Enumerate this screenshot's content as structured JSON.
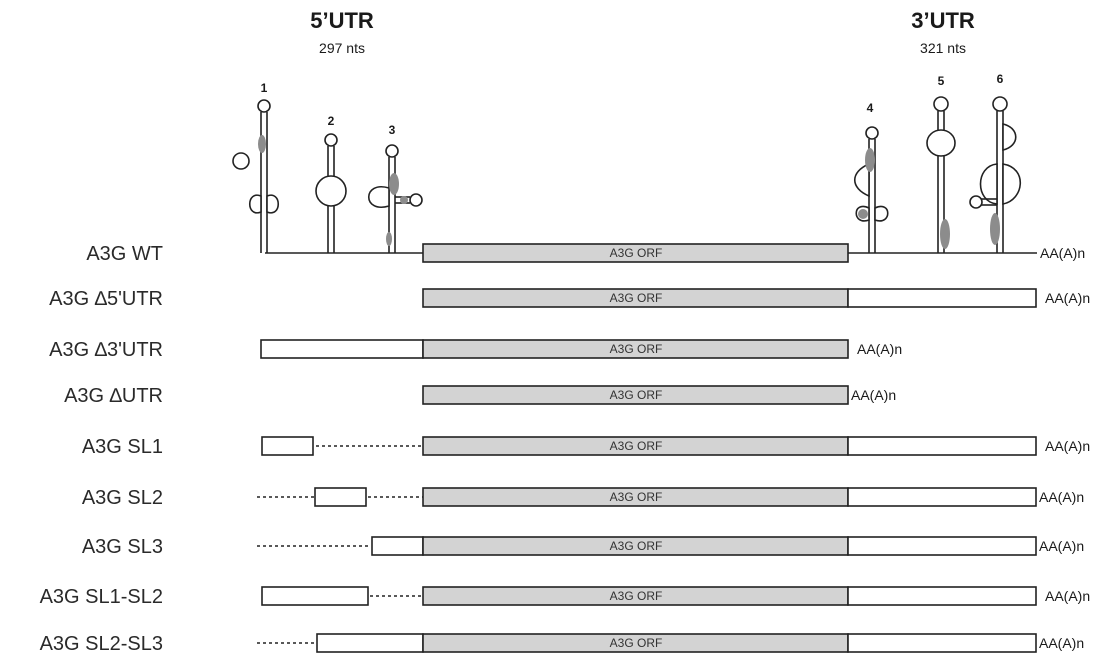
{
  "header": {
    "utr5": {
      "title": "5’UTR",
      "length": "297 nts"
    },
    "utr3": {
      "title": "3’UTR",
      "length": "321 nts"
    }
  },
  "stem_loops": [
    "1",
    "2",
    "3",
    "4",
    "5",
    "6"
  ],
  "orf_label": "A3G ORF",
  "colors": {
    "orf_fill": "#d3d3d3",
    "utr_fill": "#ffffff",
    "motif_fill": "#8c8c8c"
  },
  "constructs": [
    {
      "name": "A3G WT",
      "tail": "AA(A)n",
      "layout": "wt"
    },
    {
      "name": "A3G ∆5'UTR",
      "tail": "AA(A)n",
      "layout": "d5"
    },
    {
      "name": "A3G ∆3'UTR",
      "tail": "AA(A)n",
      "layout": "d3"
    },
    {
      "name": "A3G ∆UTR",
      "tail": "AA(A)n",
      "layout": "dutr"
    },
    {
      "name": "A3G SL1",
      "tail": "AA(A)n",
      "layout": "sl1"
    },
    {
      "name": "A3G SL2",
      "tail": "AA(A)n",
      "layout": "sl2"
    },
    {
      "name": "A3G SL3",
      "tail": "AA(A)n",
      "layout": "sl3"
    },
    {
      "name": "A3G SL1-SL2",
      "tail": "AA(A)n",
      "layout": "sl12"
    },
    {
      "name": "A3G SL2-SL3",
      "tail": "AA(A)n",
      "layout": "sl23"
    }
  ]
}
